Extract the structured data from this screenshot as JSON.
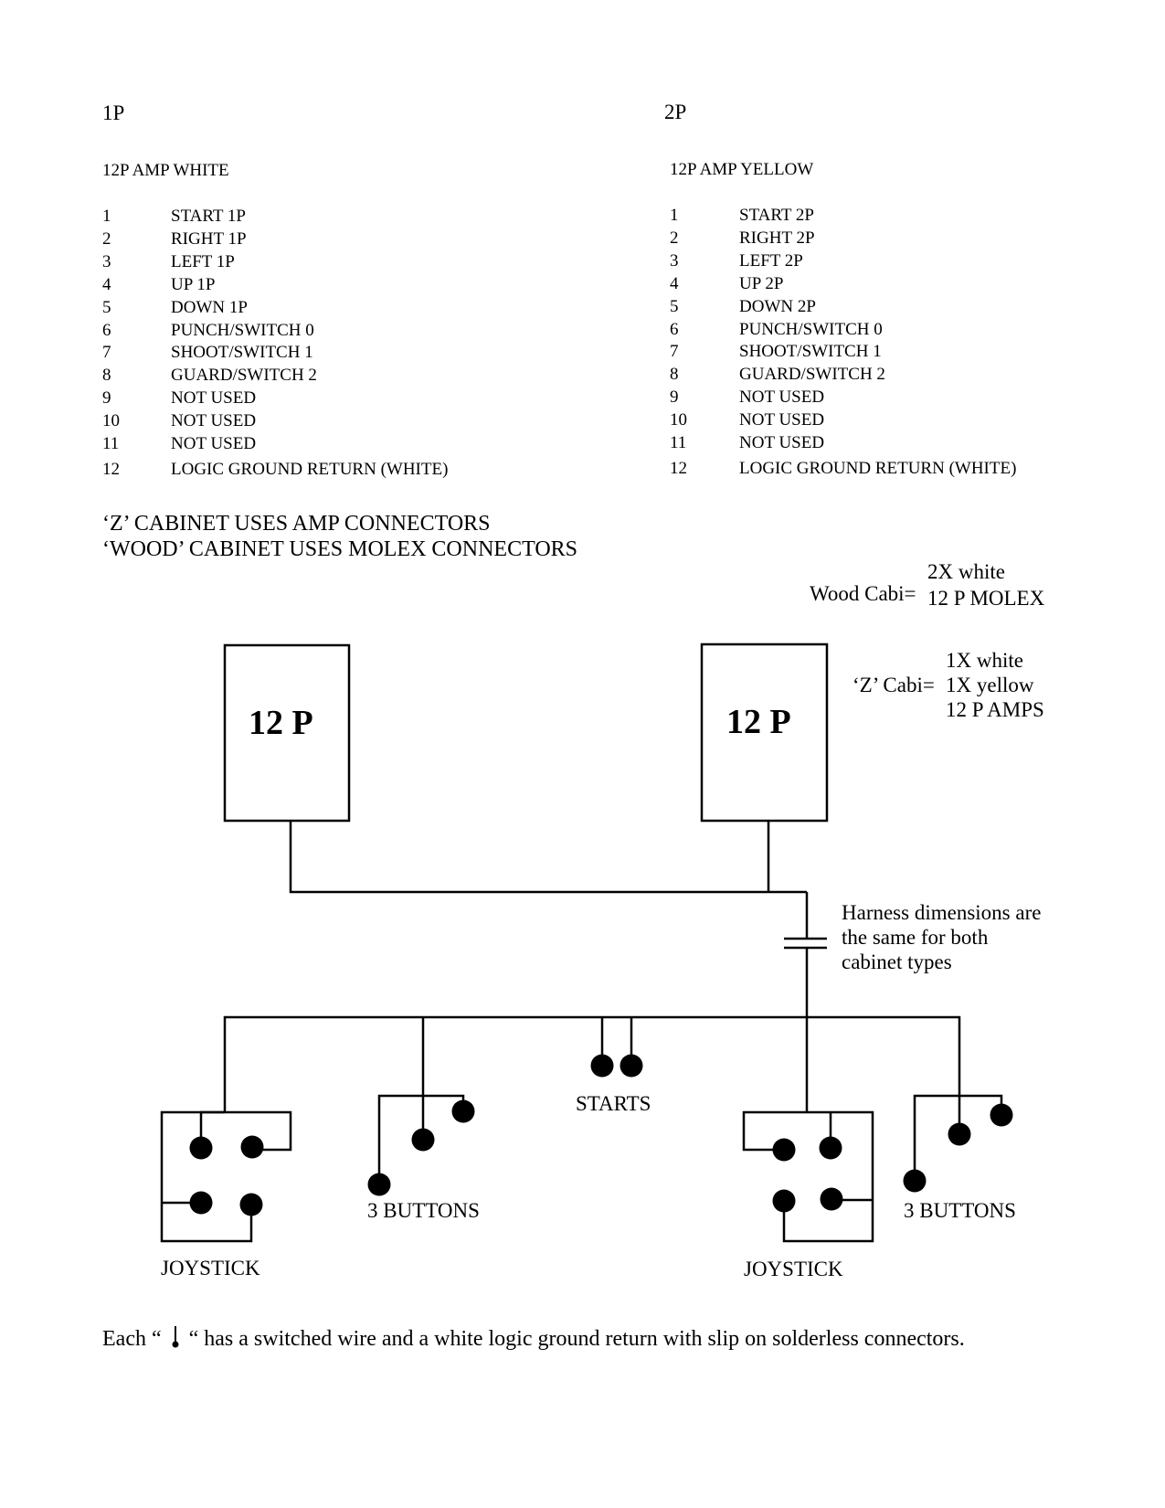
{
  "left_connector": {
    "player": "1P",
    "connector": "12P AMP WHITE",
    "pins": [
      {
        "pin": "1",
        "function": "START 1P"
      },
      {
        "pin": "2",
        "function": "RIGHT 1P"
      },
      {
        "pin": "3",
        "function": "LEFT 1P"
      },
      {
        "pin": "4",
        "function": "UP 1P"
      },
      {
        "pin": "5",
        "function": "DOWN 1P"
      },
      {
        "pin": "6",
        "function": "PUNCH/SWITCH 0"
      },
      {
        "pin": "7",
        "function": "SHOOT/SWITCH 1"
      },
      {
        "pin": "8",
        "function": "GUARD/SWITCH 2"
      },
      {
        "pin": "9",
        "function": "NOT USED"
      },
      {
        "pin": "10",
        "function": "NOT USED"
      },
      {
        "pin": "11",
        "function": "NOT USED"
      },
      {
        "pin": "12",
        "function": "LOGIC GROUND RETURN (WHITE)"
      }
    ]
  },
  "right_connector": {
    "player": "2P",
    "connector": "12P AMP YELLOW",
    "pins": [
      {
        "pin": "1",
        "function": "START 2P"
      },
      {
        "pin": "2",
        "function": "RIGHT 2P"
      },
      {
        "pin": "3",
        "function": "LEFT 2P"
      },
      {
        "pin": "4",
        "function": "UP 2P"
      },
      {
        "pin": "5",
        "function": "DOWN 2P"
      },
      {
        "pin": "6",
        "function": "PUNCH/SWITCH 0"
      },
      {
        "pin": "7",
        "function": "SHOOT/SWITCH 1"
      },
      {
        "pin": "8",
        "function": "GUARD/SWITCH 2"
      },
      {
        "pin": "9",
        "function": "NOT USED"
      },
      {
        "pin": "10",
        "function": "NOT USED"
      },
      {
        "pin": "11",
        "function": "NOT USED"
      },
      {
        "pin": "12",
        "function": "LOGIC GROUND RETURN (WHITE)"
      }
    ]
  },
  "notes": {
    "z_cabinet": "‘Z’ CABINET USES AMP CONNECTORS",
    "wood_cabinet": "‘WOOD’ CABINET USES MOLEX CONNECTORS"
  },
  "wood_cabi": {
    "label": "Wood Cabi=",
    "lines": [
      "2X white",
      "12 P MOLEX"
    ]
  },
  "z_cabi": {
    "label": "‘Z’ Cabi=",
    "lines": [
      "1X white",
      "1X yellow",
      "12 P AMPS"
    ]
  },
  "diagram": {
    "connector_left_label": "12 P",
    "connector_right_label": "12 P",
    "harness_note": [
      "Harness dimensions are",
      "the same for both",
      "cabinet types"
    ],
    "starts_label": "STARTS",
    "buttons_left_label": "3 BUTTONS",
    "buttons_right_label": "3 BUTTONS",
    "joystick_left_label": "JOYSTICK",
    "joystick_right_label": "JOYSTICK"
  },
  "footer": {
    "prefix": "Each “",
    "suffix": "“  has a switched wire and a white logic ground return with slip on solderless connectors.",
    "symbol": "switch-contact-icon"
  }
}
